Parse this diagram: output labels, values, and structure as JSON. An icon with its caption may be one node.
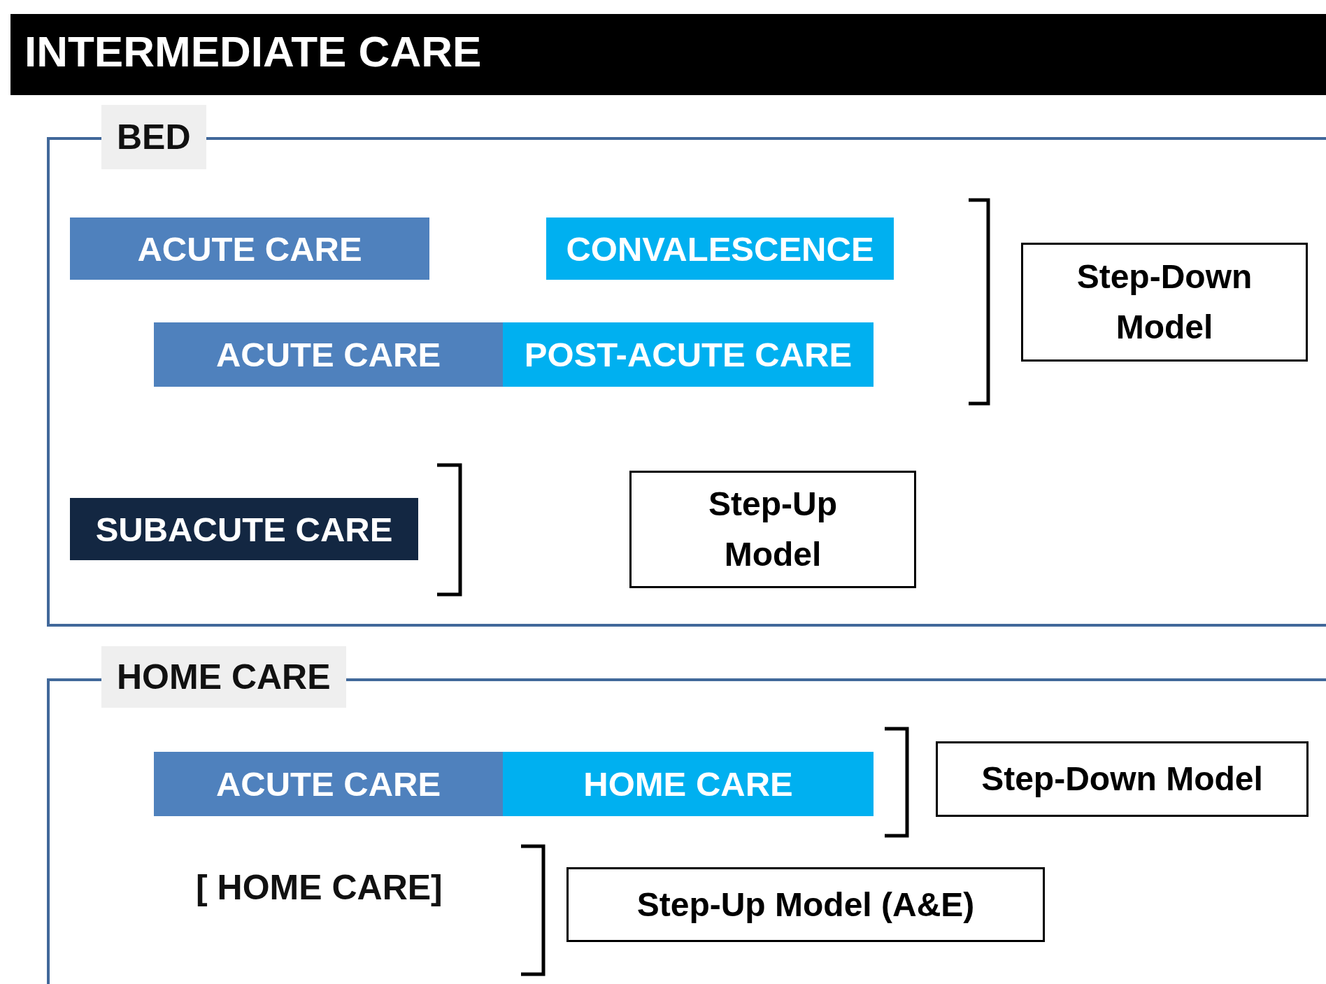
{
  "diagram": {
    "title": "INTERMEDIATE CARE",
    "nodes": [
      {
        "text": [
          "BED"
        ]
      },
      {
        "text": [
          "ACUTE CARE"
        ],
        "in": 0
      },
      {
        "text": [
          "CONVALESCENCE"
        ],
        "in": 0
      },
      {
        "text": [
          "ACUTE CARE"
        ],
        "in": 0
      },
      {
        "text": [
          "POST-ACUTE CARE"
        ],
        "in": 0
      },
      {
        "text": [
          "Step-Down Model"
        ],
        "in": 0
      },
      {
        "text": [
          "SUBACUTE CARE"
        ],
        "in": 0
      },
      {
        "text": [
          "Step-Up Model"
        ],
        "in": 0
      },
      {
        "text": [
          "HOME CARE"
        ]
      },
      {
        "text": [
          "ACUTE CARE"
        ],
        "in": 8
      },
      {
        "text": [
          "HOME CARE"
        ],
        "in": 8
      },
      {
        "text": [
          "Step-Down Model"
        ],
        "in": 8
      },
      {
        "text": [
          "Step-Up Model (A&E)"
        ],
        "in": 8
      }
    ],
    "labels": [
      "[ HOME CARE]"
    ]
  }
}
